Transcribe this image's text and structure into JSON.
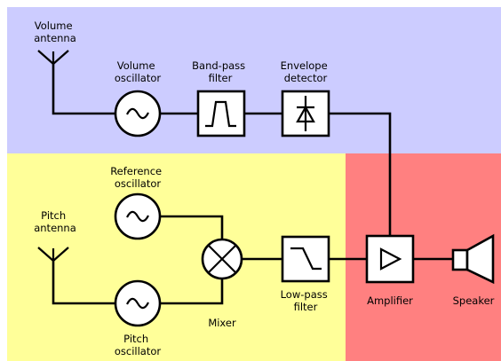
{
  "diagram": {
    "labels": {
      "volume_antenna": [
        "Volume",
        "antenna"
      ],
      "volume_oscillator": [
        "Volume",
        "oscillator"
      ],
      "band_pass_filter": [
        "Band-pass",
        "filter"
      ],
      "envelope_detector": [
        "Envelope",
        "detector"
      ],
      "reference_oscillator": [
        "Reference",
        "oscillator"
      ],
      "pitch_antenna": [
        "Pitch",
        "antenna"
      ],
      "pitch_oscillator": [
        "Pitch",
        "oscillator"
      ],
      "mixer": "Mixer",
      "low_pass_filter": [
        "Low-pass",
        "filter"
      ],
      "amplifier": "Amplifier",
      "speaker": "Speaker"
    },
    "colors": {
      "volume_region": "#ccccff",
      "pitch_region": "#ffff99",
      "output_region": "#ff8080"
    }
  }
}
